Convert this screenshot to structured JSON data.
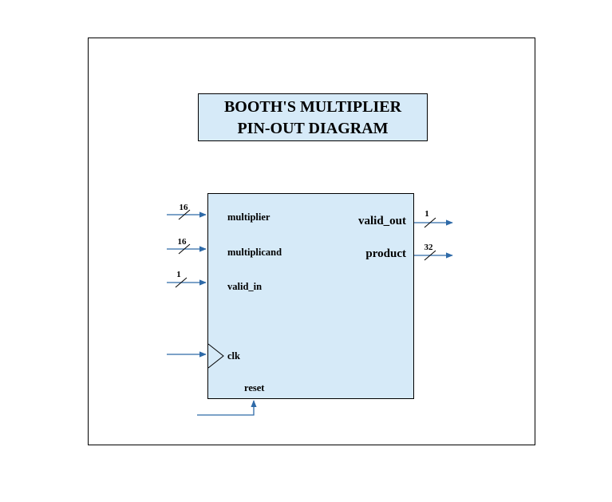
{
  "title": {
    "line1": "BOOTH'S MULTIPLIER",
    "line2": "PIN-OUT DIAGRAM"
  },
  "colors": {
    "block_fill": "#d6eaf8",
    "wire": "#2e6aa8",
    "border": "#000000"
  },
  "block": {
    "inputs": [
      {
        "name": "multiplier",
        "width": "16"
      },
      {
        "name": "multiplicand",
        "width": "16"
      },
      {
        "name": "valid_in",
        "width": "1"
      }
    ],
    "clock": {
      "name": "clk"
    },
    "reset": {
      "name": "reset"
    },
    "outputs": [
      {
        "name": "valid_out",
        "width": "1"
      },
      {
        "name": "product",
        "width": "32"
      }
    ]
  }
}
